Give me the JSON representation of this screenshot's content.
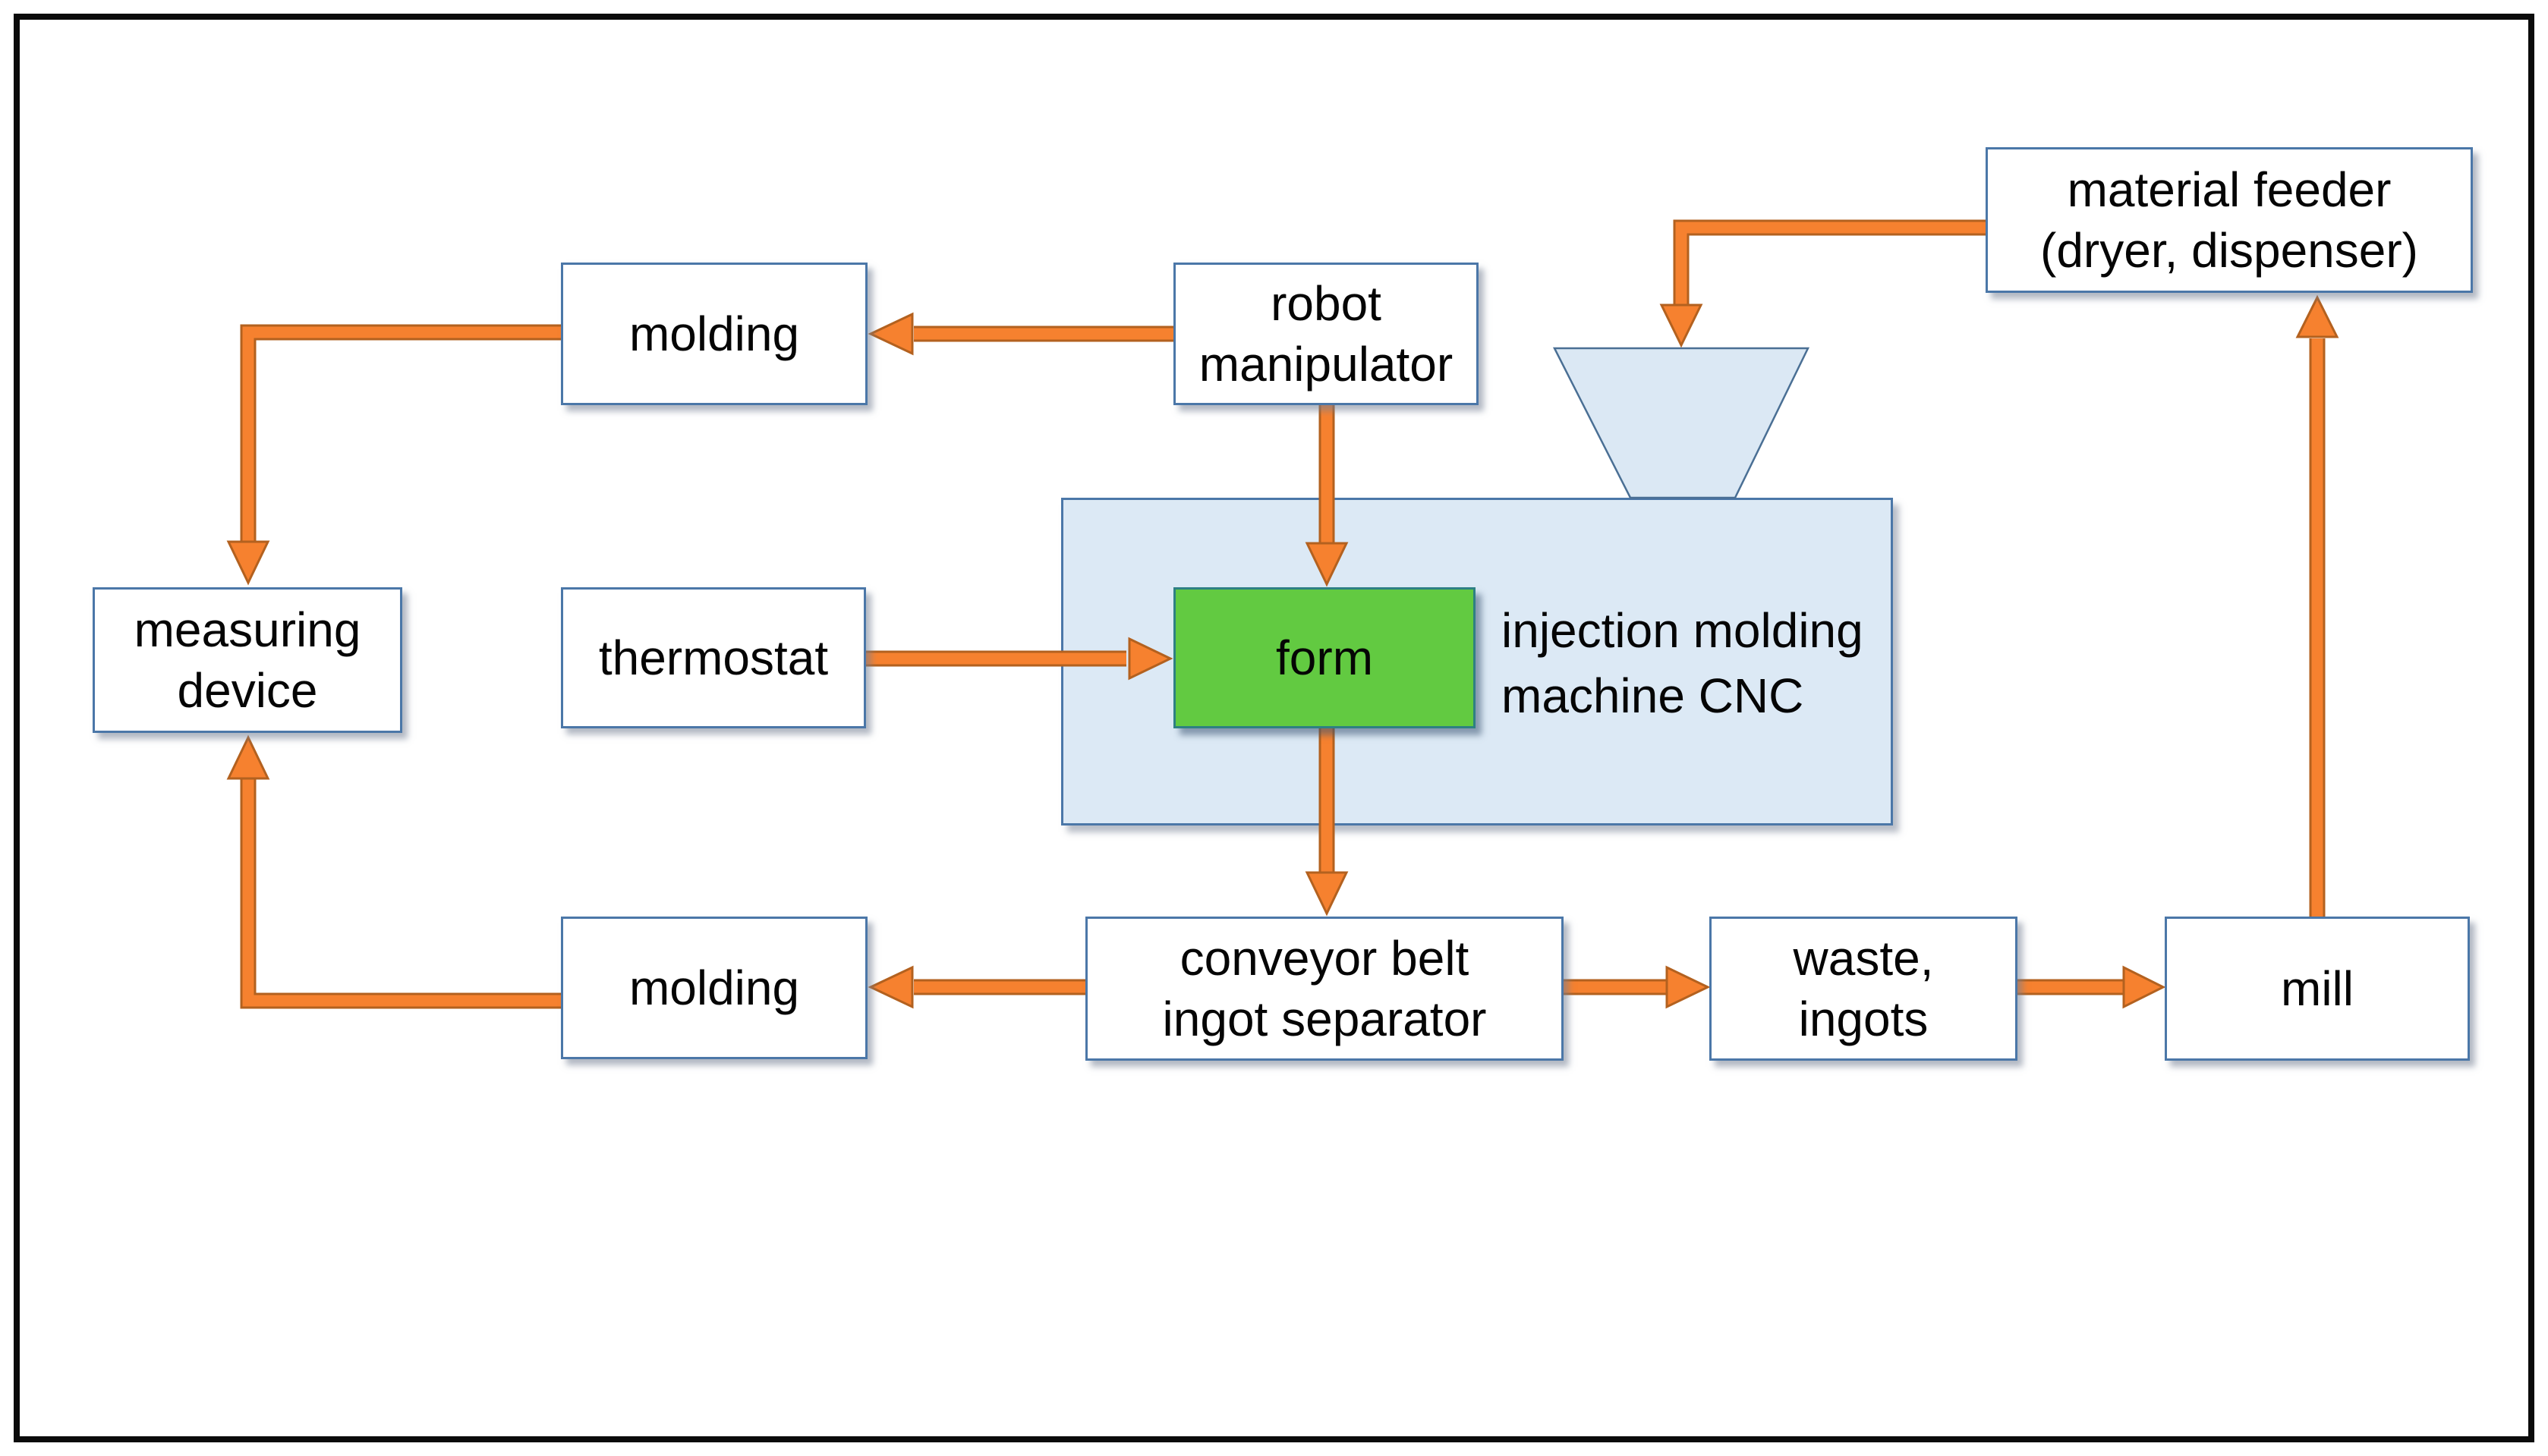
{
  "colors": {
    "arrow_fill": "#f6812f",
    "arrow_outline": "#b3611f",
    "box_border": "#4b77a8",
    "box_fill": "#ffffff",
    "machine_fill": "#dce9f5",
    "funnel_fill": "#dbe8f4",
    "form_fill": "#62ca41",
    "form_border": "#2e8083",
    "page_border": "#0b0b0b",
    "text": "#050505"
  },
  "nodes": {
    "material_feeder": {
      "lines": [
        "material feeder",
        "(dryer, dispenser)"
      ]
    },
    "molding_top": {
      "lines": [
        "molding"
      ]
    },
    "robot_manipulator": {
      "lines": [
        "robot",
        "manipulator"
      ]
    },
    "measuring_device": {
      "lines": [
        "measuring",
        "device"
      ]
    },
    "thermostat": {
      "lines": [
        "thermostat"
      ]
    },
    "form": {
      "lines": [
        "form"
      ]
    },
    "machine": {
      "lines": [
        "injection molding",
        "machine CNC"
      ]
    },
    "conveyor_separator": {
      "lines": [
        "conveyor belt",
        "ingot separator"
      ]
    },
    "molding_bottom": {
      "lines": [
        "molding"
      ]
    },
    "waste_ingots": {
      "lines": [
        "waste,",
        "ingots"
      ]
    },
    "mill": {
      "lines": [
        "mill"
      ]
    }
  },
  "edges": [
    {
      "from": "material_feeder",
      "to": "machine_hopper"
    },
    {
      "from": "mill",
      "to": "material_feeder"
    },
    {
      "from": "robot_manipulator",
      "to": "molding_top"
    },
    {
      "from": "molding_top",
      "to": "measuring_device"
    },
    {
      "from": "robot_manipulator",
      "to": "form"
    },
    {
      "from": "thermostat",
      "to": "form"
    },
    {
      "from": "form",
      "to": "conveyor_separator"
    },
    {
      "from": "conveyor_separator",
      "to": "molding_bottom"
    },
    {
      "from": "molding_bottom",
      "to": "measuring_device"
    },
    {
      "from": "conveyor_separator",
      "to": "waste_ingots"
    },
    {
      "from": "waste_ingots",
      "to": "mill"
    }
  ]
}
